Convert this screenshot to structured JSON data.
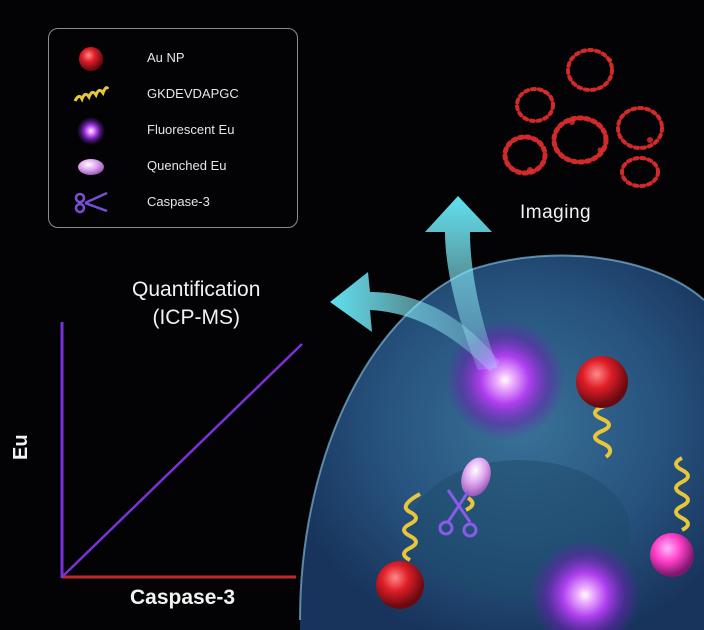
{
  "legend": {
    "items": [
      {
        "icon": "gold-nanoparticle-icon",
        "label": "Au NP",
        "color": "#e8262c"
      },
      {
        "icon": "peptide-helix-icon",
        "label": "GKDEVDAPGC",
        "color": "#e8c63a"
      },
      {
        "icon": "fluorescent-eu-icon",
        "label": "Fluorescent Eu",
        "color": "#8a2ce8"
      },
      {
        "icon": "quenched-eu-icon",
        "label": "Quenched Eu",
        "color": "#d89ae8"
      },
      {
        "icon": "scissors-icon",
        "label": "Caspase-3",
        "color": "#7a4fd8"
      }
    ]
  },
  "imaging": {
    "label": "Imaging"
  },
  "quantification": {
    "line1": "Quantification",
    "line2": "(ICP-MS)"
  },
  "plot": {
    "ylabel": "Eu",
    "xlabel": "Caspase-3",
    "trend_color": "#7a32d8",
    "axis_color": "#c0282a"
  },
  "colors": {
    "arrow": "#7fe8f0",
    "cell": "#2a5a8a",
    "background": "#030305"
  }
}
